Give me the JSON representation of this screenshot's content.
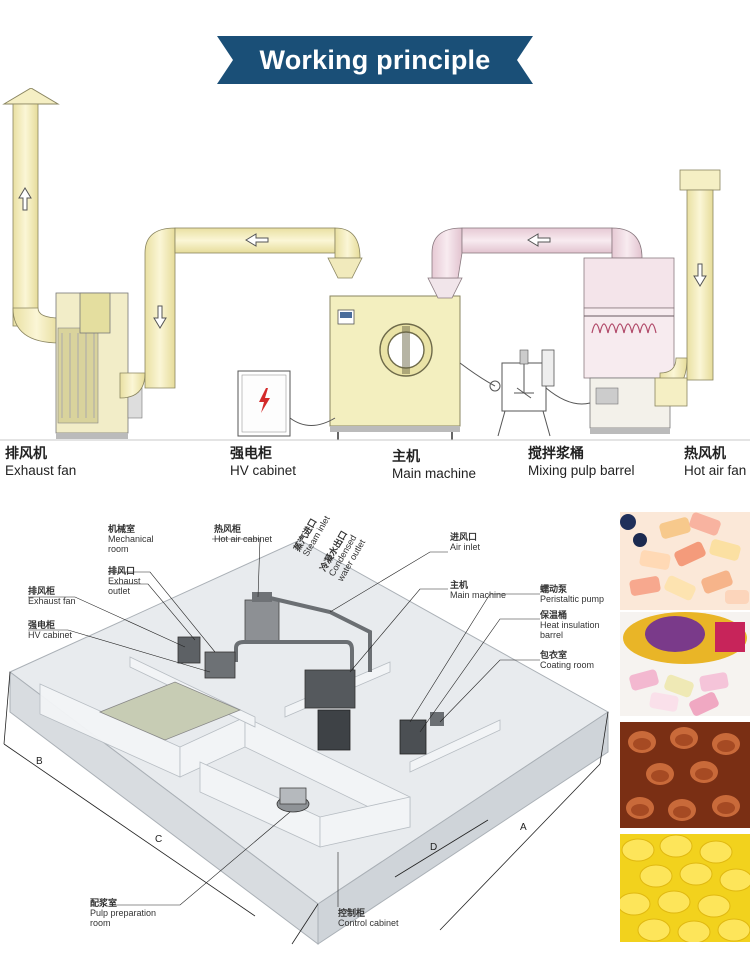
{
  "banner": {
    "title": "Working principle"
  },
  "process": {
    "labels": [
      {
        "zh": "排风机",
        "en": "Exhaust fan"
      },
      {
        "zh": "强电柜",
        "en": "HV cabinet"
      },
      {
        "zh": "主机",
        "en": "Main machine"
      },
      {
        "zh": "搅拌浆桶",
        "en": "Mixing pulp barrel"
      },
      {
        "zh": "热风机",
        "en": "Hot air fan"
      }
    ]
  },
  "layout": {
    "dimensions": [
      "B",
      "C",
      "D",
      "A"
    ],
    "labels": {
      "mechanical_room": {
        "zh": "机械室",
        "en1": "Mechanical",
        "en2": "room"
      },
      "hot_air_cabinet": {
        "zh": "热风柜",
        "en1": "Hot air cabinet"
      },
      "steam_inlet": {
        "zh": "蒸汽进口",
        "en1": "Steam inlet"
      },
      "condensed_outlet": {
        "zh": "冷凝水出口",
        "en1": "Condensed",
        "en2": "water outlet"
      },
      "air_inlet": {
        "zh": "进风口",
        "en1": "Air inlet"
      },
      "exhaust_outlet": {
        "zh": "排风口",
        "en1": "Exhaust",
        "en2": "outlet"
      },
      "exhaust_fan": {
        "zh": "排风柜",
        "en1": "Exhaust fan"
      },
      "main_machine": {
        "zh": "主机",
        "en1": "Main machine"
      },
      "hv_cabinet": {
        "zh": "强电柜",
        "en1": "HV cabinet"
      },
      "peristaltic_pump": {
        "zh": "蠕动泵",
        "en1": "Peristaltic pump"
      },
      "heat_insulation_barrel": {
        "zh": "保温桶",
        "en1": "Heat insulation",
        "en2": "barrel"
      },
      "coating_room": {
        "zh": "包衣室",
        "en1": "Coating room"
      },
      "pulp_preparation_room": {
        "zh": "配浆室",
        "en1": "Pulp preparation",
        "en2": "room"
      },
      "control_cabinet": {
        "zh": "控制柜",
        "en1": "Control cabinet"
      }
    }
  },
  "colors": {
    "banner": "#1a4f77",
    "duct_exhaust": "#f7f0bf",
    "duct_hot": "#f2dde6",
    "machine": "#f3efbf",
    "room_floor": "#e2e5e8"
  }
}
